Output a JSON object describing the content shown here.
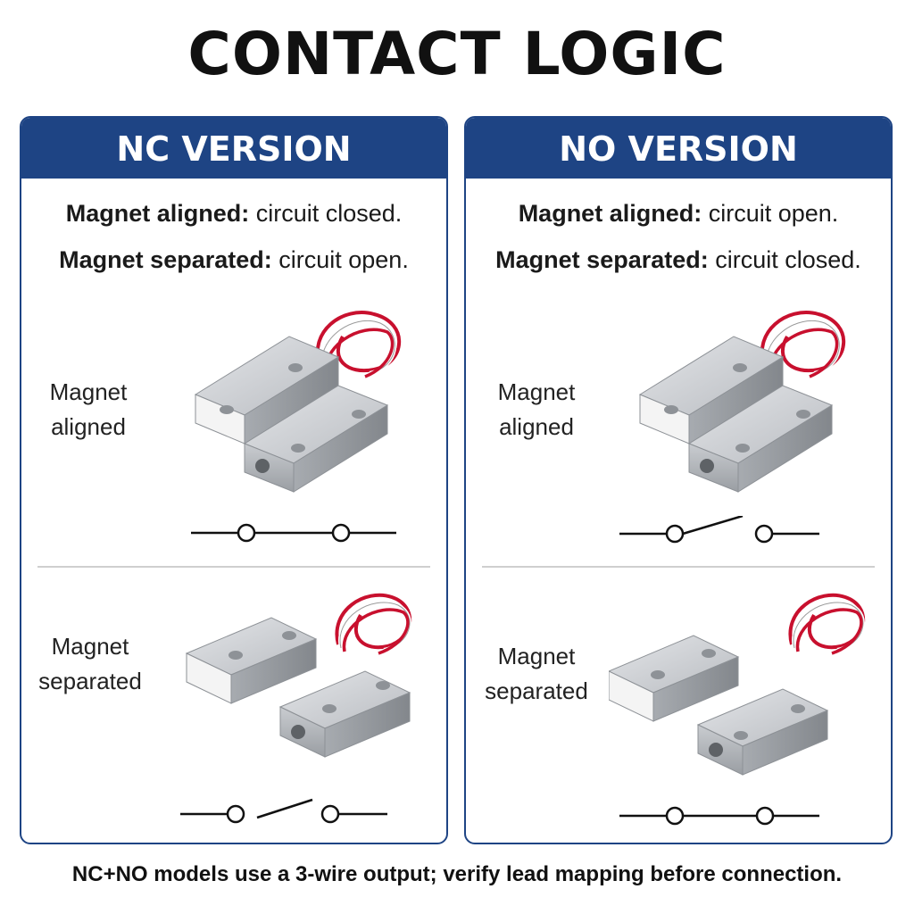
{
  "title": "CONTACT LOGIC",
  "panels": {
    "nc": {
      "header": "NC VERSION",
      "rule_aligned_label": "Magnet aligned:",
      "rule_aligned_value": "circuit closed.",
      "rule_separated_label": "Magnet separated:",
      "rule_separated_value": "circuit open.",
      "aligned_label_line1": "Magnet",
      "aligned_label_line2": "aligned",
      "separated_label_line1": "Magnet",
      "separated_label_line2": "separated"
    },
    "no": {
      "header": "NO VERSION",
      "rule_aligned_label": "Magnet aligned:",
      "rule_aligned_value": "circuit open.",
      "rule_separated_label": "Magnet separated:",
      "rule_separated_value": "circuit closed.",
      "aligned_label_line1": "Magnet",
      "aligned_label_line2": "aligned",
      "separated_label_line1": "Magnet",
      "separated_label_line2": "separated"
    }
  },
  "footer": "NC+NO models use a 3-wire output; verify lead mapping before connection.",
  "colors": {
    "header_blue": "#1e4484",
    "wire_red": "#c8102e",
    "metal": "#b5b8bc"
  }
}
